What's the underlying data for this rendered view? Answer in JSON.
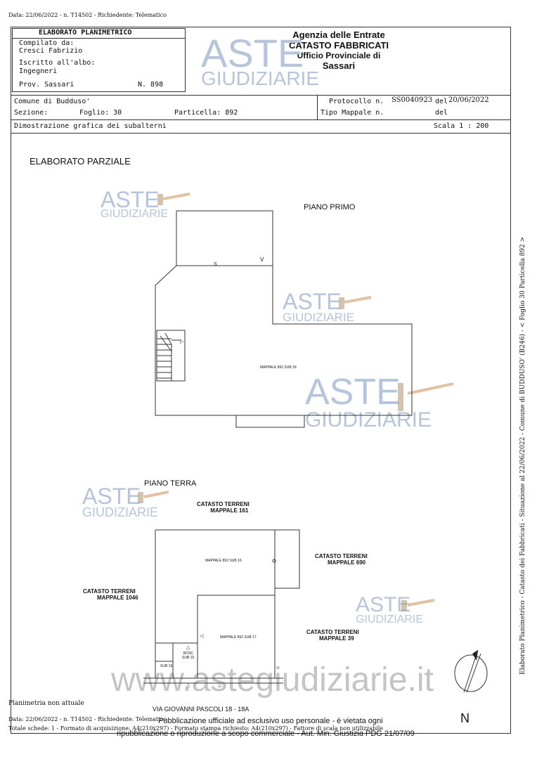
{
  "top_meta": "Data: 22/06/2022 - n. T14502 - Richiedente: Telematico",
  "header": {
    "title": "ELABORATO PLANIMETRICO",
    "compilato_label": "Compilato da:",
    "compilato_name": "Cresci Fabrizio",
    "iscritto_label": "Iscritto all'albo:",
    "iscritto_value": "Ingegneri",
    "prov_label": "Prov. Sassari",
    "prov_number": "N. 898",
    "agency_line1": "Agenzia delle Entrate",
    "agency_line2": "CATASTO FABBRICATI",
    "agency_line3": "Ufficio Provinciale di",
    "agency_line4": "Sassari",
    "comune": "Comune di Budduso'",
    "sezione": "Sezione:",
    "foglio": "Foglio: 30",
    "particella": "Particella: 892",
    "protocollo_label": "Protocollo n.",
    "protocollo_value": "SS0040923",
    "del_label": "del",
    "protocollo_date": "20/06/2022",
    "tipo_mappale": "Tipo Mappale n.",
    "del_label2": "del",
    "dimostrazione": "Dimostrazione grafica dei subalterni",
    "scala": "Scala 1 : 200"
  },
  "drawing": {
    "elaborato": "ELABORATO PARZIALE",
    "piano_primo": "PIANO PRIMO",
    "piano_terra": "PIANO TERRA",
    "sub18": "MAPPALE 892 SUB 18",
    "sub16": "MAPPALE 892 SUB 16",
    "sub17": "MAPPALE 892 SUB 17",
    "bcnc": "BCNC",
    "bcnc_sub": "SUB 15",
    "sub16_small": "SUB 16",
    "mark_s": "S",
    "mark_v": "V",
    "terreni_161_a": "CATASTO TERRENI",
    "terreni_161_b": "MAPPALE 161",
    "terreni_690_a": "CATASTO TERRENI",
    "terreni_690_b": "MAPPALE 690",
    "terreni_1046_a": "CATASTO TERRENI",
    "terreni_1046_b": "MAPPALE 1046",
    "terreni_39_a": "CATASTO TERRENI",
    "terreni_39_b": "MAPPALE 39",
    "street": "VIA GIOVANNI PASCOLI 18 - 18A",
    "north": "N"
  },
  "watermarks": {
    "aste": "ASTE",
    "giudiziarie": "GIUDIZIARIE",
    "site": "www.astegiudiziarie.it"
  },
  "footer": {
    "planimetria": "Planimetria non attuale",
    "data_line": "Data: 22/06/2022 - n. T14502 - Richiedente: Telematico",
    "totale_line": "Totale schede: 1 - Formato di acquisizione: A4(210x297) - Formato stampa richiesto: A4(210x297) - Fattore di scala non utilizzabile",
    "publication1": "Pubblicazione ufficiale ad esclusivo uso personale - è vietata ogni",
    "publication2": "ripubblicazione o riproduzione a scopo commerciale - Aut. Min. Giustizia PDG 21/07/09"
  },
  "side_text": "Elaborato Planimetrico - Catasto dei Fabbricati - Situazione al 22/06/2022 - Comune di BUDDUSO' (B246) - < Foglio 30 Particella 892 >"
}
